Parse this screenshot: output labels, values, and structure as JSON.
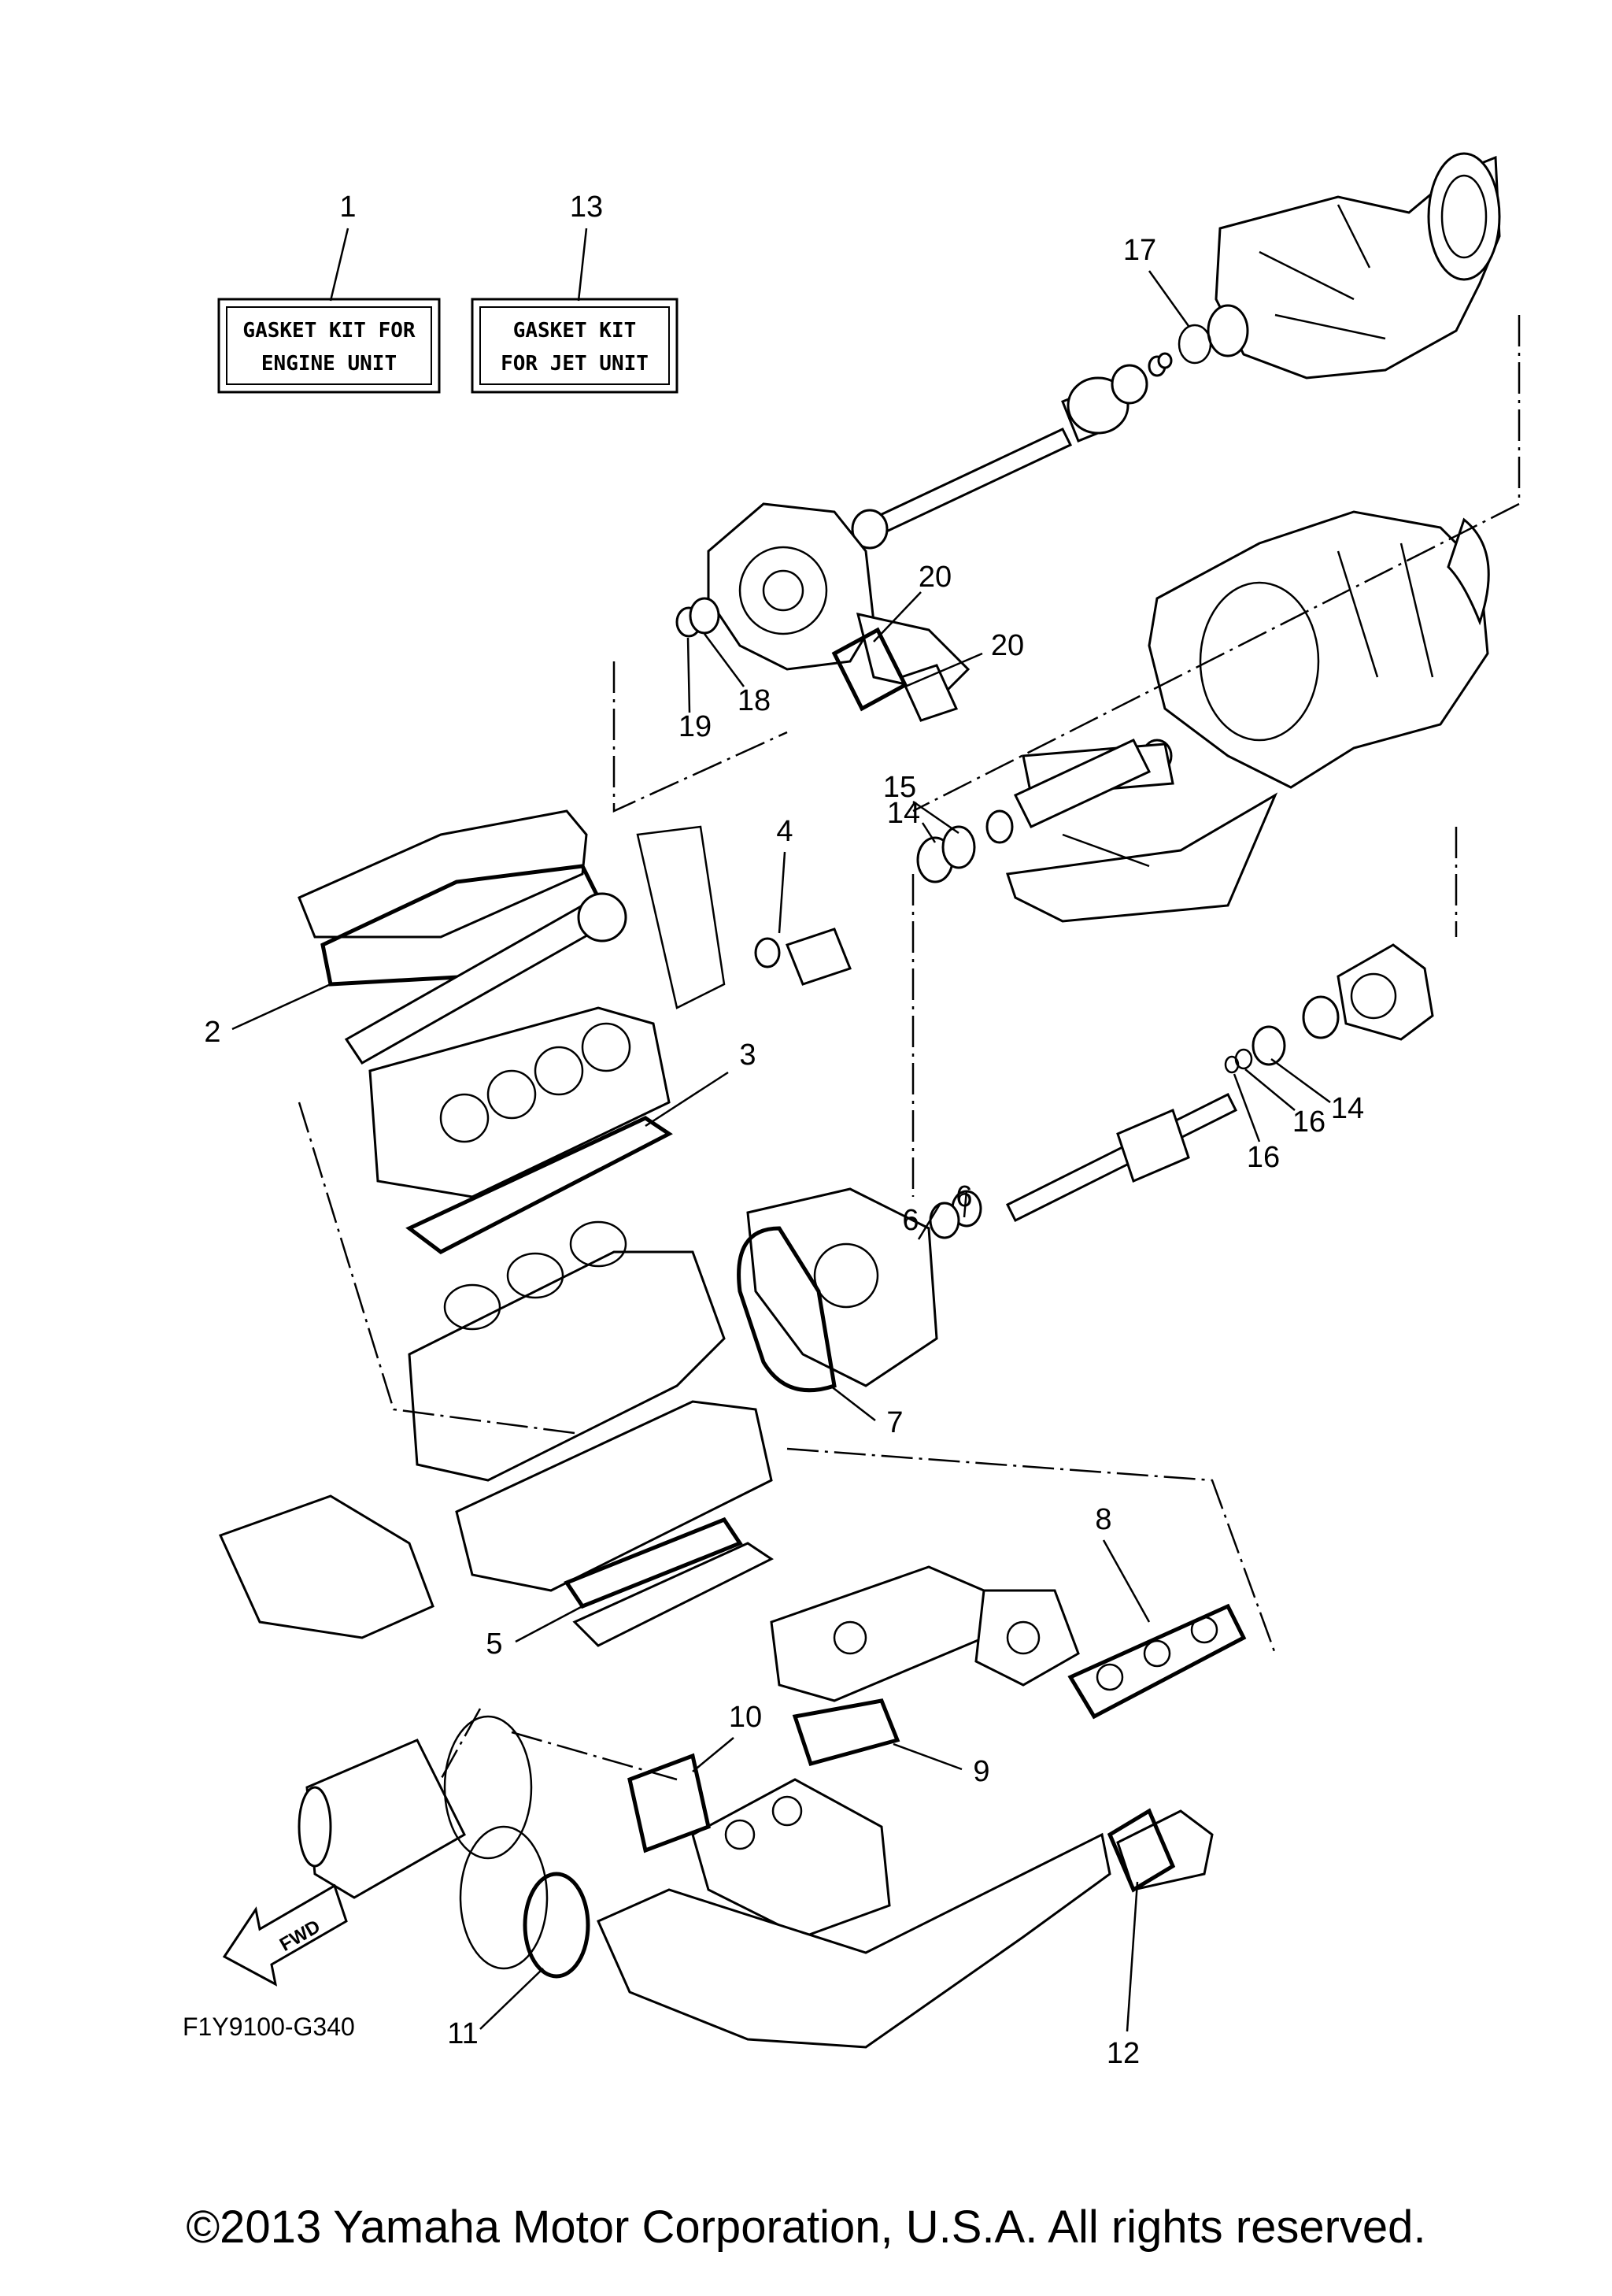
{
  "kits": [
    {
      "number": "1",
      "line1": "GASKET KIT FOR",
      "line2": "ENGINE UNIT"
    },
    {
      "number": "13",
      "line1": "GASKET KIT",
      "line2": "FOR JET UNIT"
    }
  ],
  "callouts": [
    "2",
    "3",
    "4",
    "5",
    "6",
    "6",
    "7",
    "8",
    "9",
    "10",
    "11",
    "12",
    "14",
    "14",
    "15",
    "16",
    "16",
    "17",
    "18",
    "19",
    "20",
    "20"
  ],
  "direction_label": "FWD",
  "diagram_code": "F1Y9100-G340",
  "copyright": "©2013 Yamaha Motor Corporation, U.S.A. All rights reserved."
}
